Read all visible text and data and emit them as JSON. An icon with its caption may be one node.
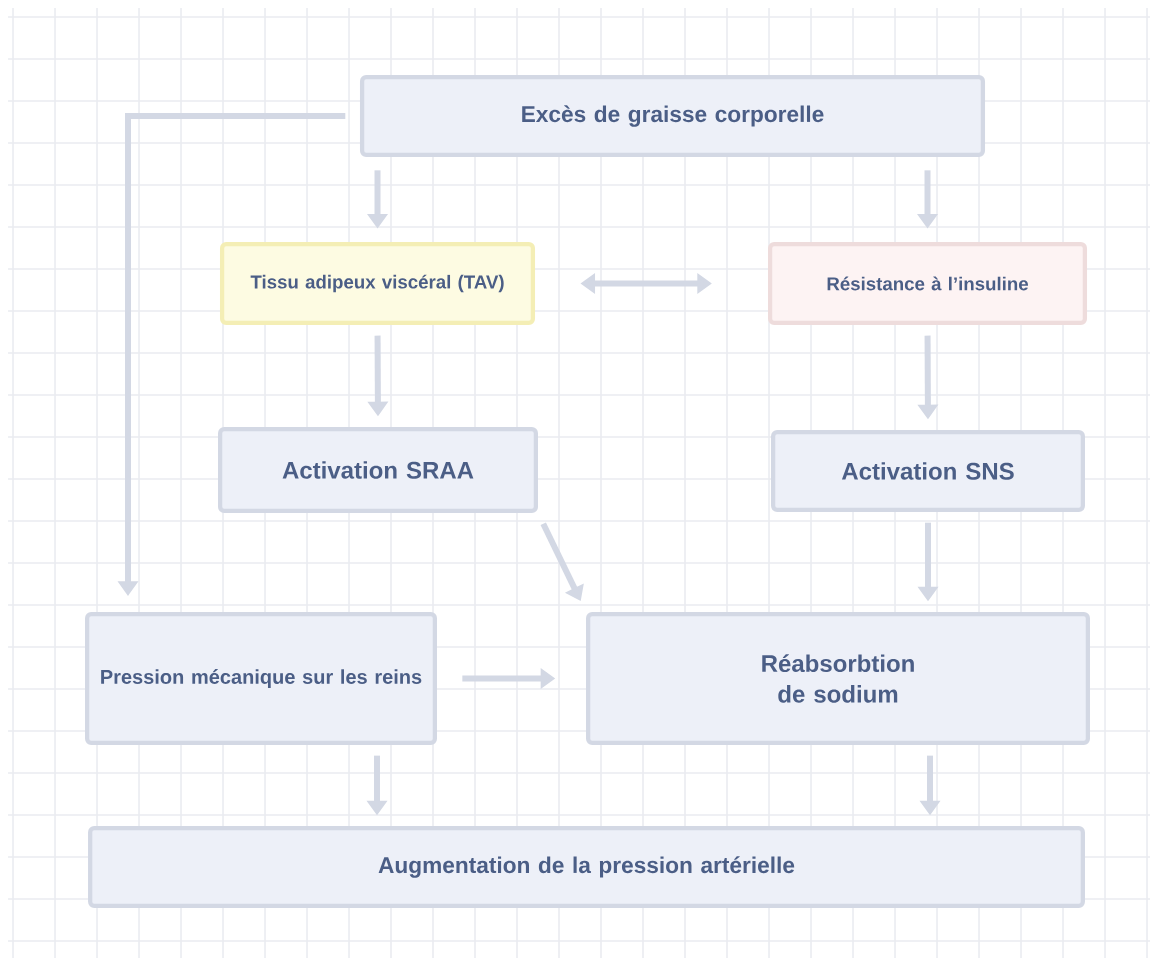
{
  "diagram": {
    "nodes": [
      {
        "text": [
          "Excès de graisse corporelle"
        ]
      },
      {
        "text": [
          "Tissu adipeux viscéral (TAV)"
        ]
      },
      {
        "text": [
          "Résistance à l’insuline"
        ]
      },
      {
        "text": [
          "Activation SRAA"
        ]
      },
      {
        "text": [
          "Activation SNS"
        ]
      },
      {
        "text": [
          "Pression mécanique sur les reins"
        ]
      },
      {
        "text": [
          "Réabsorbtion de sodium"
        ]
      },
      {
        "text": [
          "Augmentation de la pression artérielle"
        ]
      }
    ],
    "edges": [
      {
        "from": 0,
        "to": 1,
        "arrow": "to"
      },
      {
        "from": 0,
        "to": 2,
        "arrow": "to"
      },
      {
        "from": 1,
        "to": 2,
        "arrow": "both"
      },
      {
        "from": 1,
        "to": 3,
        "arrow": "to"
      },
      {
        "from": 2,
        "to": 4,
        "arrow": "to"
      },
      {
        "from": 0,
        "to": 5,
        "arrow": "to"
      },
      {
        "from": 3,
        "to": 6,
        "arrow": "to"
      },
      {
        "from": 4,
        "to": 6,
        "arrow": "to"
      },
      {
        "from": 5,
        "to": 6,
        "arrow": "to"
      },
      {
        "from": 5,
        "to": 7,
        "arrow": "to"
      },
      {
        "from": 6,
        "to": 7,
        "arrow": "to"
      }
    ]
  }
}
